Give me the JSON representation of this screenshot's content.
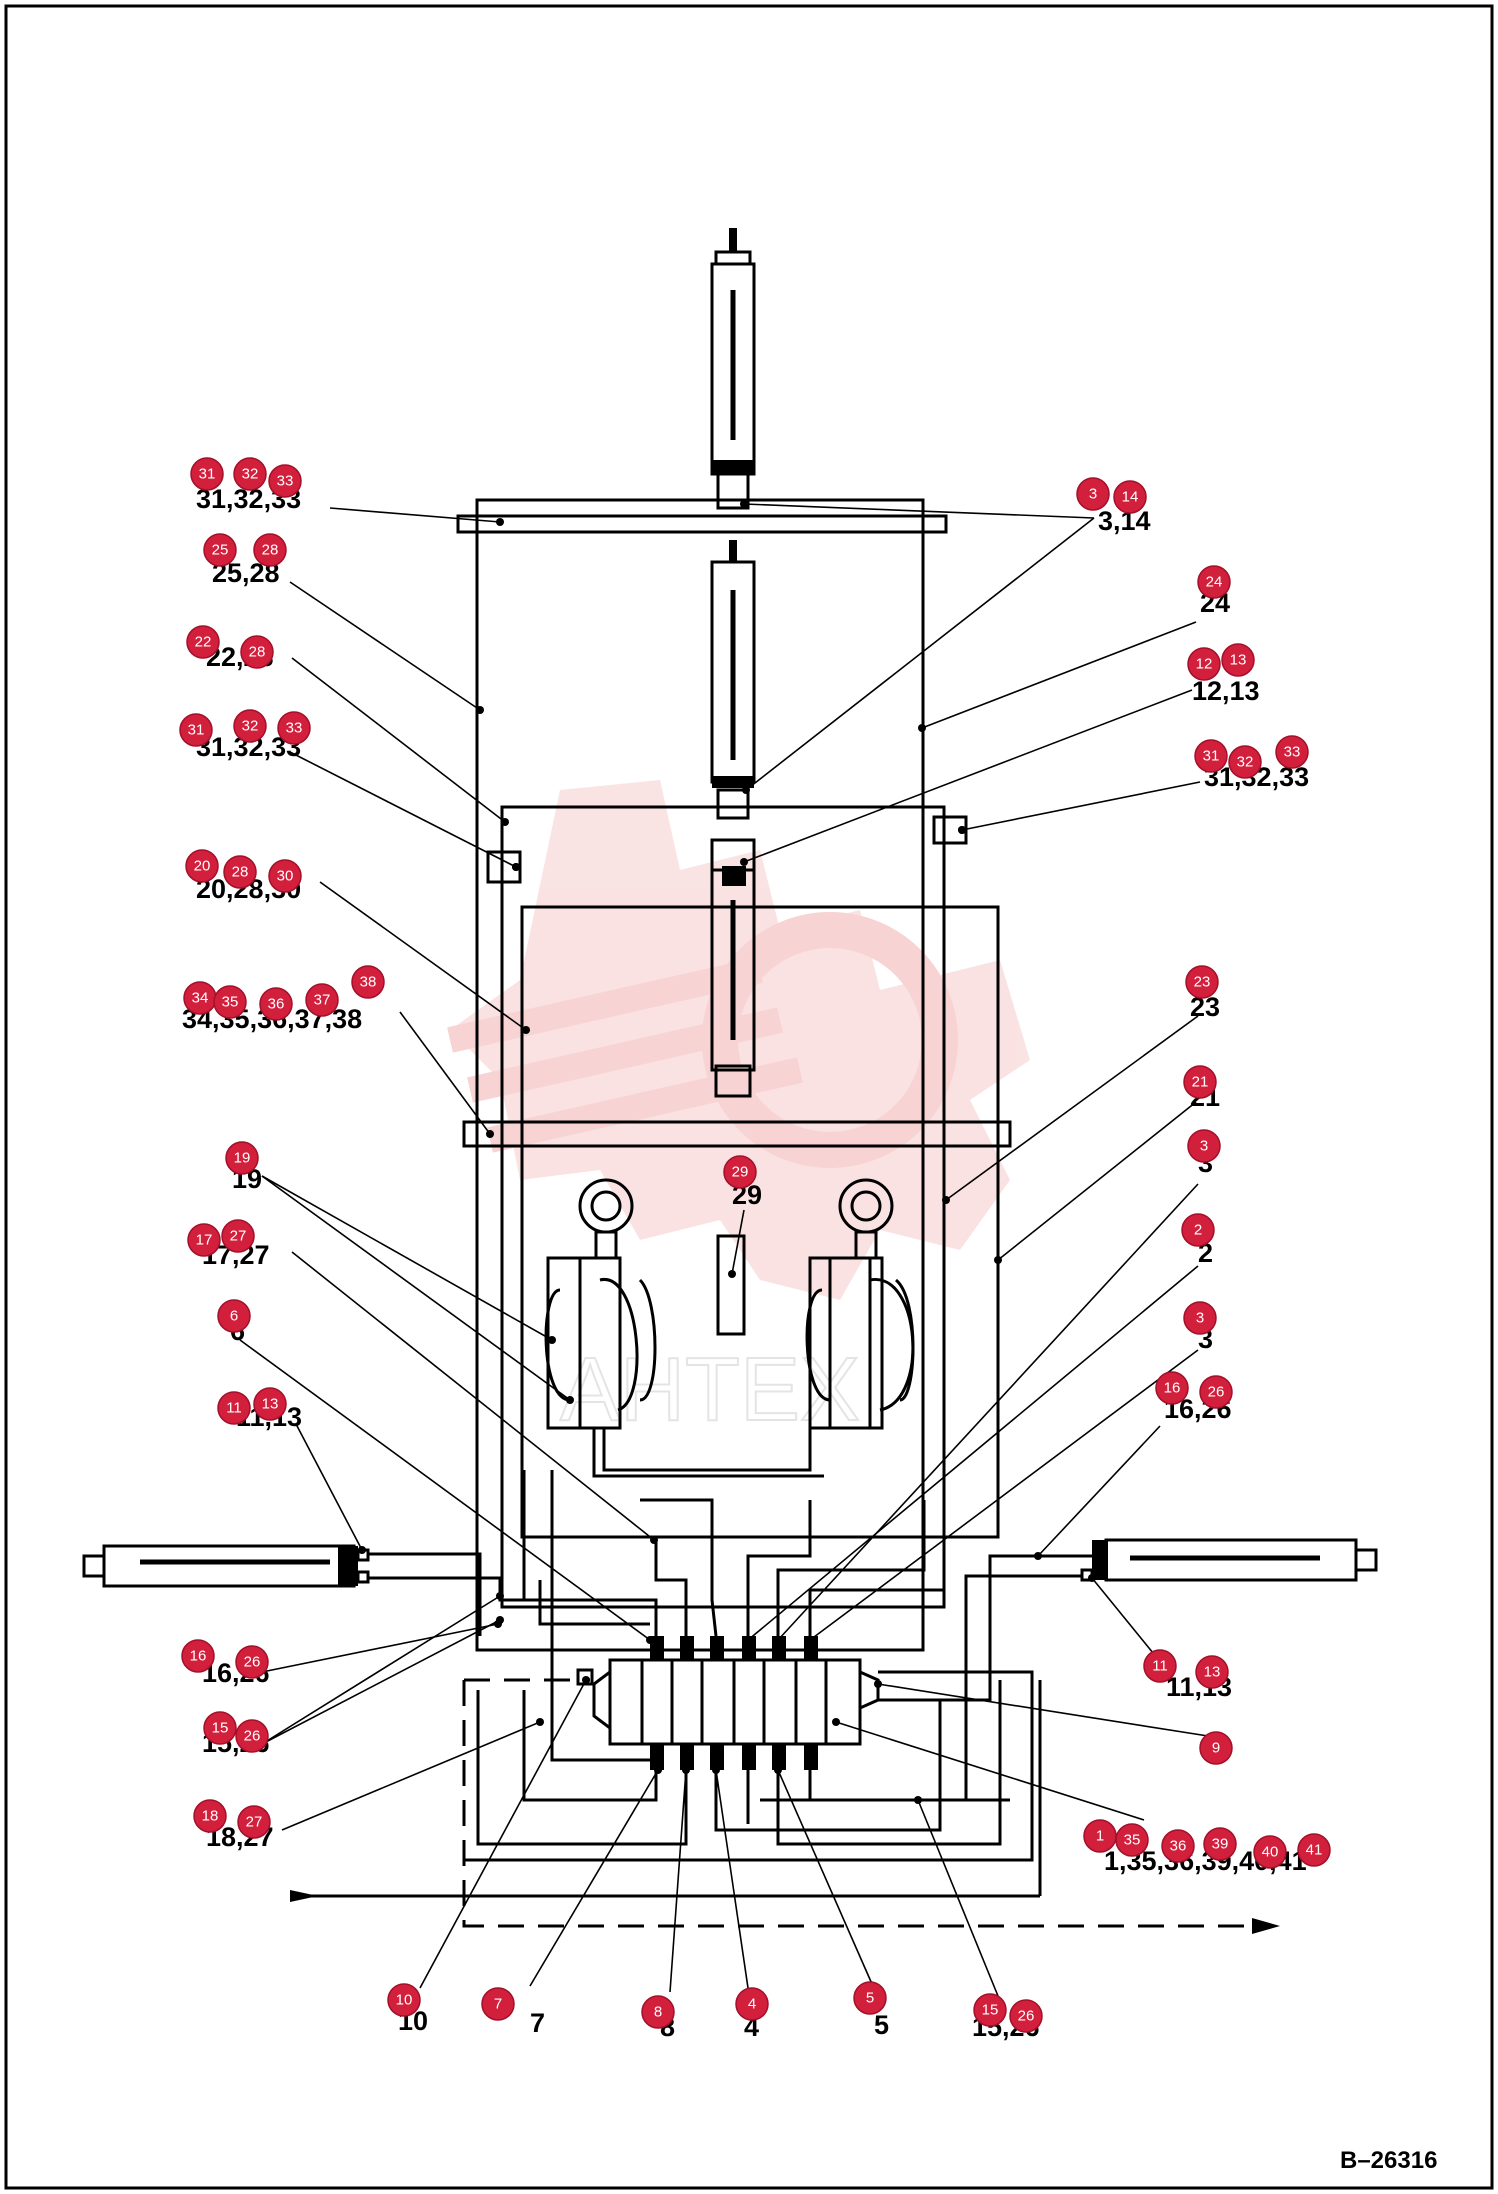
{
  "document_id": "B–26316",
  "watermark": "AHTEX",
  "colors": {
    "badge": "#d11f3c",
    "line": "#000000",
    "watermark": "#f2b9b9"
  },
  "callouts": [
    {
      "id": "c01",
      "label": "31,32,33",
      "badges": [
        "31",
        "32",
        "33"
      ]
    },
    {
      "id": "c02",
      "label": "3,14",
      "badges": [
        "3",
        "14"
      ]
    },
    {
      "id": "c03",
      "label": "25,28",
      "badges": [
        "25",
        "28"
      ]
    },
    {
      "id": "c04",
      "label": "24",
      "badges": [
        "24"
      ]
    },
    {
      "id": "c05",
      "label": "22,28",
      "badges": [
        "22",
        "28"
      ]
    },
    {
      "id": "c06",
      "label": "12,13",
      "badges": [
        "12",
        "13"
      ]
    },
    {
      "id": "c07",
      "label": "31,32,33",
      "badges": [
        "31",
        "32",
        "33"
      ]
    },
    {
      "id": "c08",
      "label": "31,32,33",
      "badges": [
        "31",
        "32",
        "33"
      ]
    },
    {
      "id": "c09",
      "label": "20,28,30",
      "badges": [
        "20",
        "28",
        "30"
      ]
    },
    {
      "id": "c10",
      "label": "23",
      "badges": [
        "23"
      ]
    },
    {
      "id": "c11",
      "label": "34,35,36,37,38",
      "badges": [
        "34",
        "35",
        "36",
        "37",
        "38"
      ]
    },
    {
      "id": "c12",
      "label": "21",
      "badges": [
        "21"
      ]
    },
    {
      "id": "c13",
      "label": "19",
      "badges": [
        "19"
      ]
    },
    {
      "id": "c14",
      "label": "29",
      "badges": [
        "29"
      ]
    },
    {
      "id": "c15",
      "label": "3",
      "badges": [
        "3"
      ]
    },
    {
      "id": "c16",
      "label": "17,27",
      "badges": [
        "17",
        "27"
      ]
    },
    {
      "id": "c17",
      "label": "2",
      "badges": [
        "2"
      ]
    },
    {
      "id": "c18",
      "label": "6",
      "badges": [
        "6"
      ]
    },
    {
      "id": "c19",
      "label": "3",
      "badges": [
        "3"
      ]
    },
    {
      "id": "c20",
      "label": "11,13",
      "badges": [
        "11",
        "13"
      ]
    },
    {
      "id": "c21",
      "label": "16,26",
      "badges": [
        "16",
        "26"
      ]
    },
    {
      "id": "c22",
      "label": "16,26",
      "badges": [
        "16",
        "26"
      ]
    },
    {
      "id": "c23",
      "label": "11,13",
      "badges": [
        "11",
        "13"
      ]
    },
    {
      "id": "c24",
      "label": "15,26",
      "badges": [
        "15",
        "26"
      ]
    },
    {
      "id": "c25",
      "label": "9",
      "badges": [
        "9"
      ]
    },
    {
      "id": "c26",
      "label": "18,27",
      "badges": [
        "18",
        "27"
      ]
    },
    {
      "id": "c27",
      "label": "1,35,36,39,40,41",
      "badges": [
        "1",
        "35",
        "36",
        "39",
        "40",
        "41"
      ]
    },
    {
      "id": "c28",
      "label": "10",
      "badges": [
        "10"
      ]
    },
    {
      "id": "c29",
      "label": "7",
      "badges": [
        "7"
      ]
    },
    {
      "id": "c30",
      "label": "8",
      "badges": [
        "8"
      ]
    },
    {
      "id": "c31",
      "label": "4",
      "badges": [
        "4"
      ]
    },
    {
      "id": "c32",
      "label": "5",
      "badges": [
        "5"
      ]
    },
    {
      "id": "c33",
      "label": "15,26",
      "badges": [
        "15",
        "26"
      ]
    }
  ]
}
